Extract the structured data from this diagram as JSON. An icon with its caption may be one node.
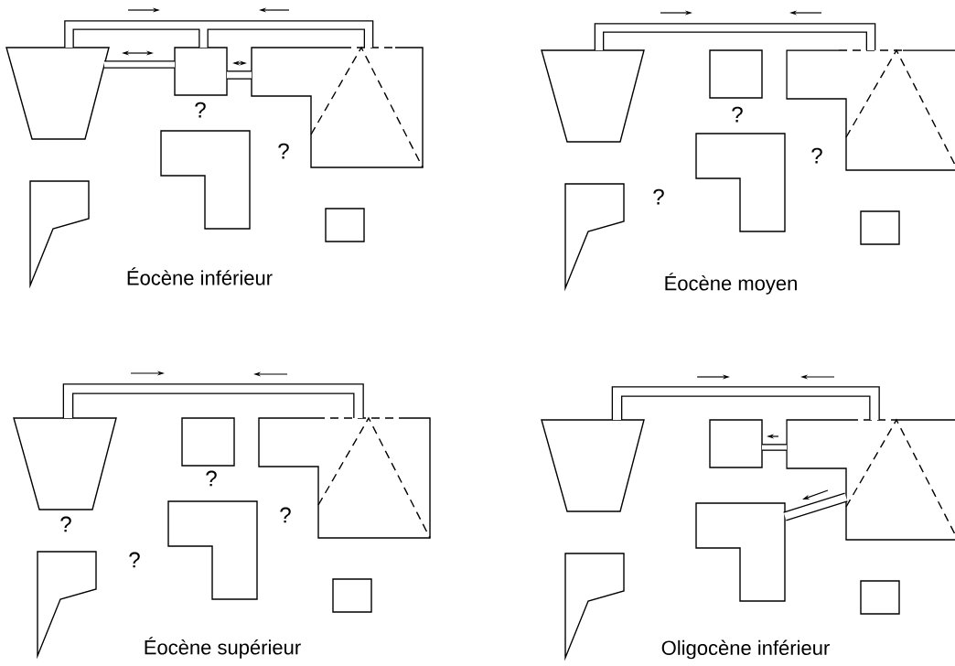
{
  "diagram": {
    "nodes": [
      {
        "text": [],
        "shape": "trapezoid"
      },
      {
        "text": [],
        "shape": "box"
      },
      {
        "text": [],
        "shape": "polygon"
      },
      {
        "text": [],
        "shape": "polygon"
      },
      {
        "text": [],
        "shape": "polygon"
      },
      {
        "text": [],
        "shape": "box"
      },
      {
        "text": [],
        "shape": "trapezoid"
      },
      {
        "text": [],
        "shape": "box"
      },
      {
        "text": [],
        "shape": "polygon"
      },
      {
        "text": [],
        "shape": "polygon"
      },
      {
        "text": [],
        "shape": "polygon"
      },
      {
        "text": [],
        "shape": "box"
      },
      {
        "text": [],
        "shape": "trapezoid"
      },
      {
        "text": [],
        "shape": "box"
      },
      {
        "text": [],
        "shape": "polygon"
      },
      {
        "text": [],
        "shape": "polygon"
      },
      {
        "text": [],
        "shape": "polygon"
      },
      {
        "text": [],
        "shape": "box"
      },
      {
        "text": [],
        "shape": "trapezoid"
      },
      {
        "text": [],
        "shape": "box"
      },
      {
        "text": [],
        "shape": "polygon"
      },
      {
        "text": [],
        "shape": "polygon"
      },
      {
        "text": [],
        "shape": "polygon"
      },
      {
        "text": [],
        "shape": "box"
      }
    ],
    "edges": [
      {
        "from": 0,
        "to": 2,
        "arrow": "none"
      },
      {
        "from": 0,
        "to": 1,
        "arrow": "none"
      },
      {
        "from": 1,
        "to": 2,
        "arrow": "none"
      },
      {
        "from": 0,
        "to": 1,
        "arrow": "none"
      },
      {
        "from": 1,
        "to": 2,
        "arrow": "none"
      },
      {
        "from": 6,
        "to": 8,
        "arrow": "none"
      },
      {
        "from": 12,
        "to": 14,
        "arrow": "none"
      },
      {
        "from": 18,
        "to": 20,
        "arrow": "none"
      },
      {
        "from": 20,
        "to": 19,
        "arrow": "none"
      },
      {
        "from": 20,
        "to": 21,
        "arrow": "none"
      }
    ],
    "labels": [
      "?",
      "?",
      "Éocène inférieur",
      "?",
      "?",
      "?",
      "Éocène moyen",
      "?",
      "?",
      "?",
      "?",
      "Éocène supérieur",
      "Oligocène inférieur"
    ]
  }
}
